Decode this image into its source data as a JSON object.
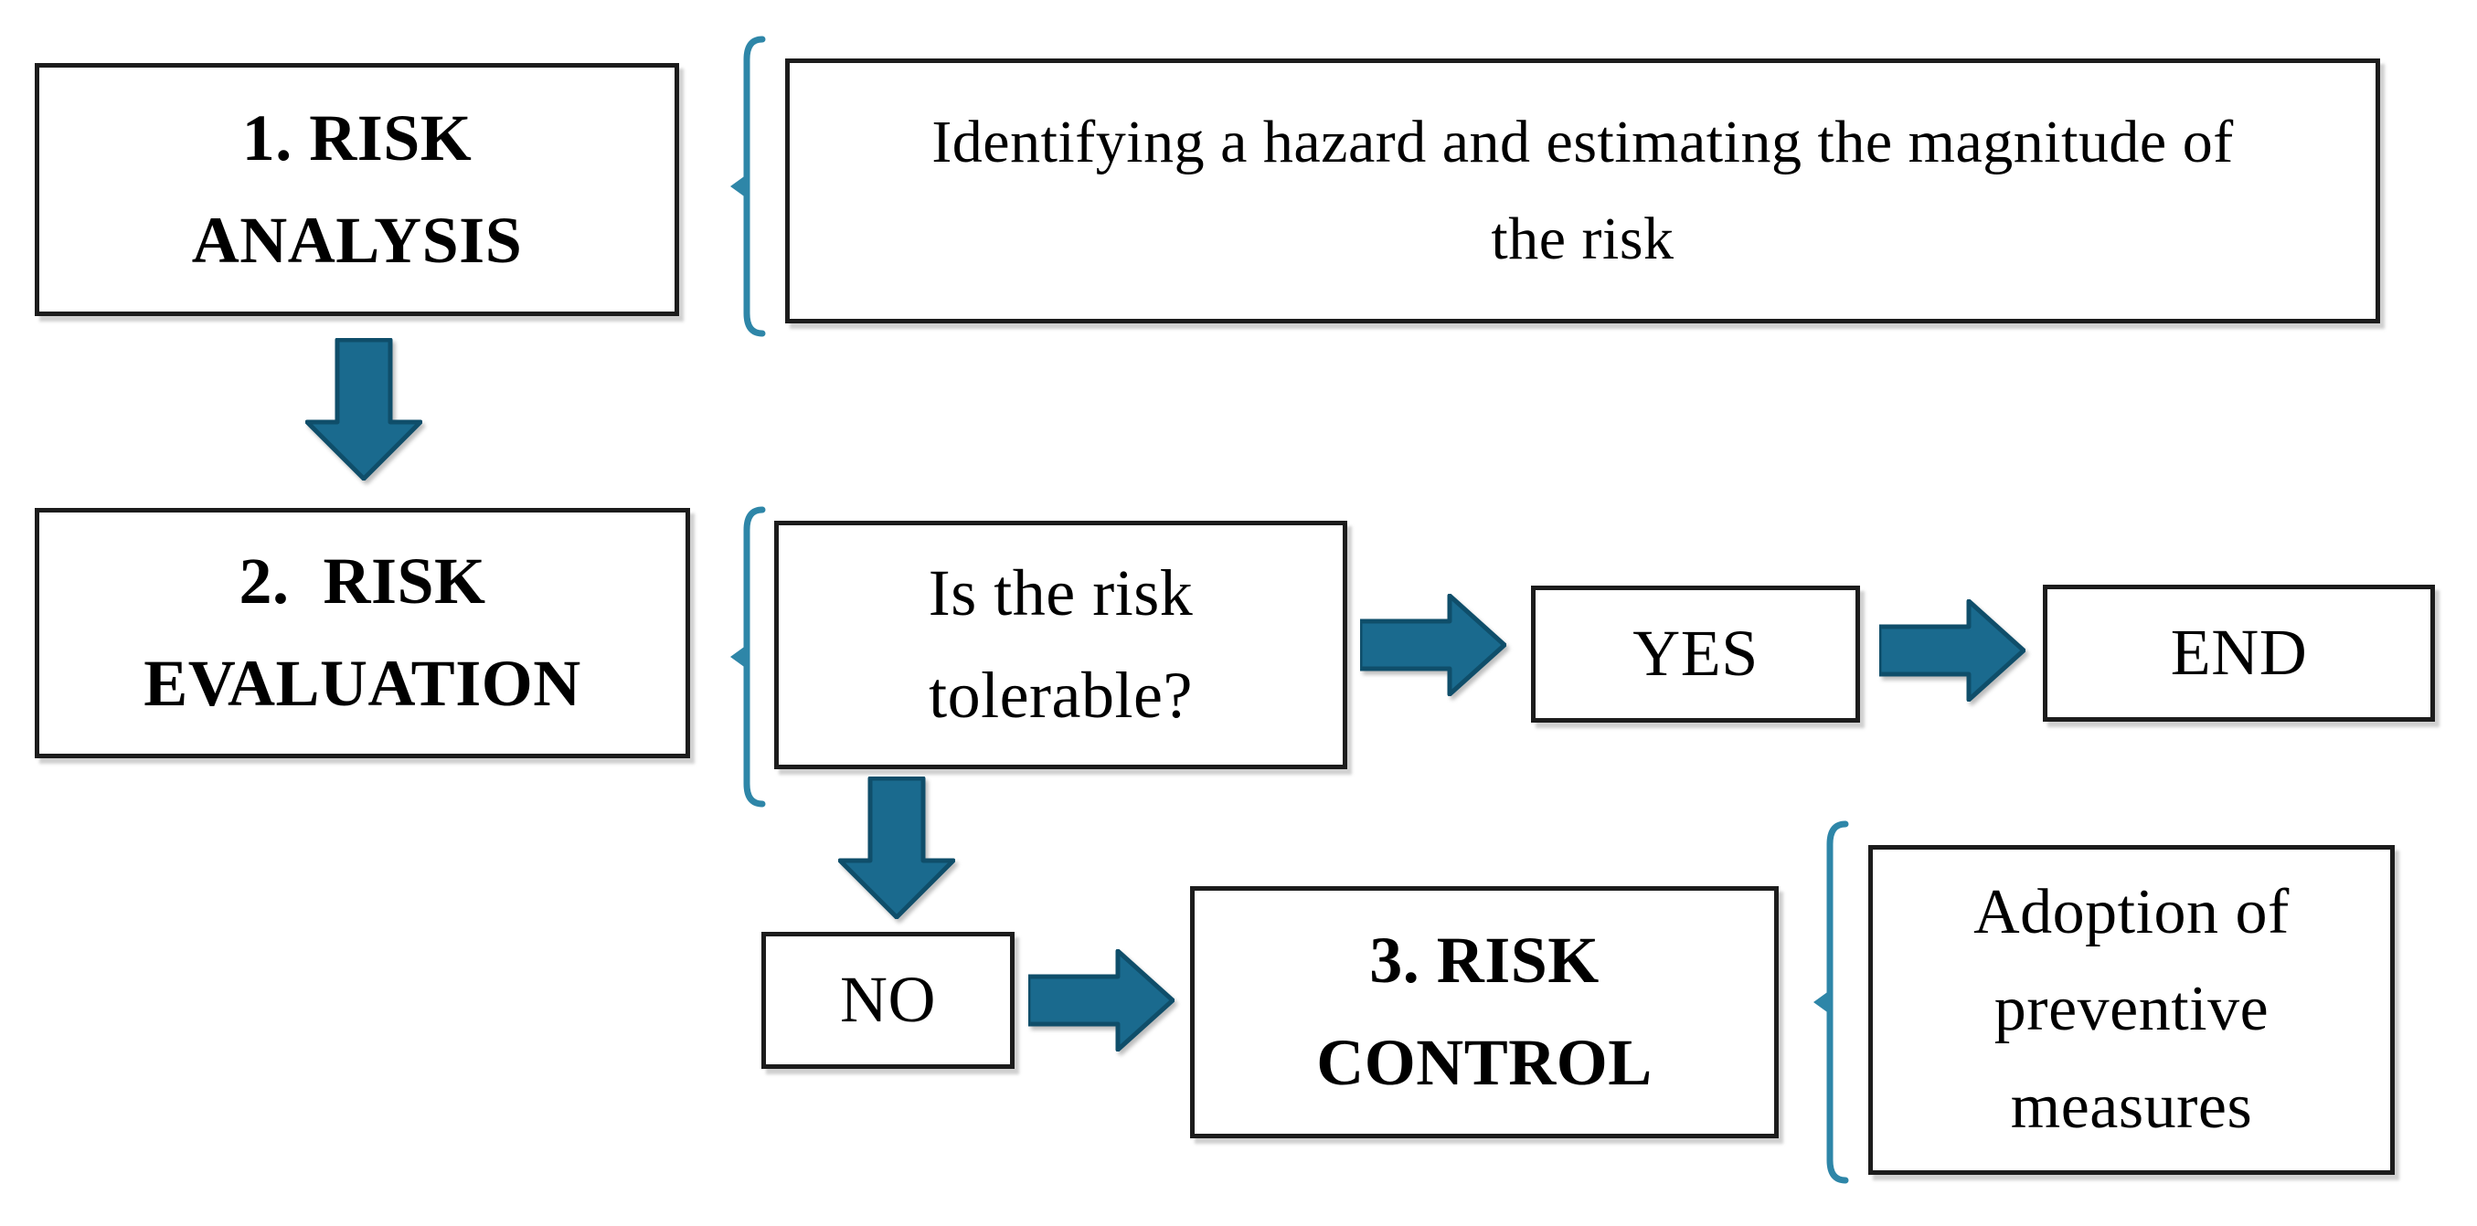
{
  "colors": {
    "arrow_fill": "#1A6A8E",
    "arrow_stroke": "#0F4E6A",
    "brace": "#2E86A8",
    "box_border": "#1C1C1C",
    "text": "#000000",
    "background": "#FFFFFF"
  },
  "nodes": {
    "risk_analysis": {
      "label": "1. RISK\nANALYSIS"
    },
    "identifying_note": {
      "label": "Identifying a hazard and estimating the magnitude of\nthe risk"
    },
    "risk_evaluation": {
      "label": "2.  RISK\nEVALUATION"
    },
    "tolerable_question": {
      "label": "Is the risk\ntolerable?"
    },
    "yes": {
      "label": "YES"
    },
    "end": {
      "label": "END"
    },
    "no": {
      "label": "NO"
    },
    "risk_control": {
      "label": "3. RISK\nCONTROL"
    },
    "adoption_note": {
      "label": "Adoption of\npreventive\nmeasures"
    }
  },
  "connectors": [
    {
      "from": "risk_analysis",
      "to": "identifying_note",
      "type": "left-brace"
    },
    {
      "from": "risk_analysis",
      "to": "risk_evaluation",
      "type": "down-arrow"
    },
    {
      "from": "risk_evaluation",
      "to": "tolerable_question",
      "type": "left-brace"
    },
    {
      "from": "tolerable_question",
      "to": "yes",
      "type": "right-arrow"
    },
    {
      "from": "yes",
      "to": "end",
      "type": "right-arrow"
    },
    {
      "from": "tolerable_question",
      "to": "no",
      "type": "down-arrow"
    },
    {
      "from": "no",
      "to": "risk_control",
      "type": "right-arrow"
    },
    {
      "from": "risk_control",
      "to": "adoption_note",
      "type": "left-brace"
    }
  ]
}
